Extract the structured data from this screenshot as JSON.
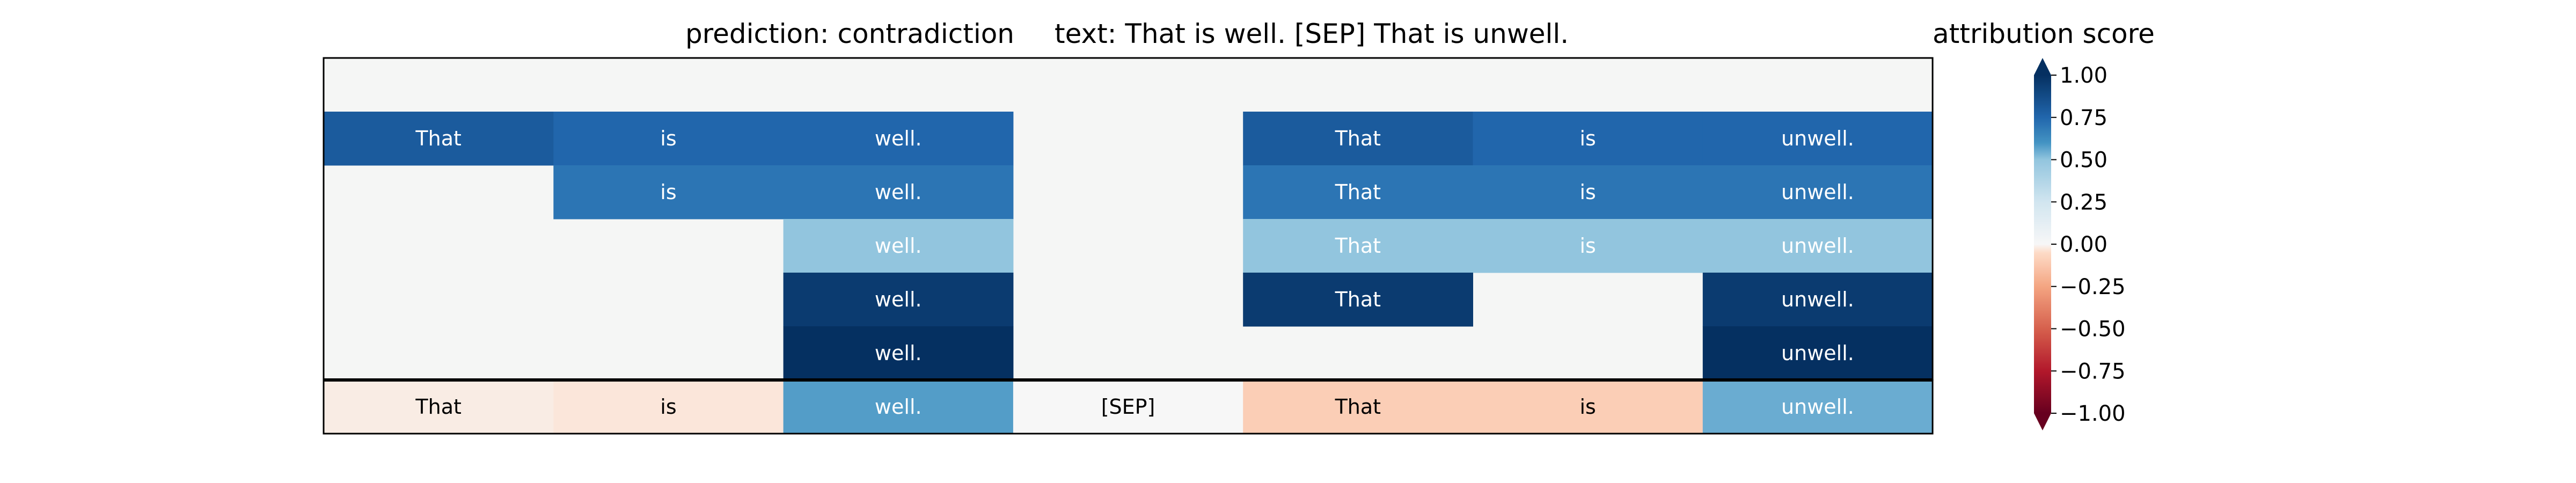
{
  "titles": {
    "prediction": "prediction:  contradiction",
    "text": "text:  That is well. [SEP] That is unwell.",
    "colorbar": "attribution score"
  },
  "chart_data": {
    "type": "heatmap",
    "columns": [
      "That",
      "is",
      "well.",
      "[SEP]",
      "That",
      "is",
      "unwell."
    ],
    "rows": [
      {
        "cells": [
          null,
          null,
          null,
          null,
          null,
          null,
          null
        ]
      },
      {
        "cells": [
          0.8,
          0.75,
          0.75,
          null,
          0.8,
          0.75,
          0.75
        ]
      },
      {
        "cells": [
          null,
          0.7,
          0.7,
          null,
          0.7,
          0.7,
          0.7
        ]
      },
      {
        "cells": [
          null,
          null,
          0.5,
          null,
          0.5,
          0.5,
          0.5
        ]
      },
      {
        "cells": [
          null,
          null,
          0.95,
          null,
          0.95,
          null,
          0.95
        ]
      },
      {
        "cells": [
          null,
          null,
          1.0,
          null,
          null,
          null,
          1.0
        ]
      }
    ],
    "summary_row": {
      "cells": [
        -0.02,
        -0.03,
        0.58,
        0.0,
        -0.1,
        -0.1,
        0.55
      ]
    },
    "colorbar": {
      "label": "attribution score",
      "range": [
        -1,
        1
      ],
      "extend": "both",
      "colormap": "RdBu",
      "ticks": [
        "1.00",
        "0.75",
        "0.50",
        "0.25",
        "0.00",
        "−0.25",
        "−0.50",
        "−0.75",
        "−1.00"
      ],
      "tick_values": [
        1.0,
        0.75,
        0.5,
        0.25,
        0.0,
        -0.25,
        -0.5,
        -0.75,
        -1.0
      ]
    },
    "empty_cell_color": "#f5f6f5"
  }
}
